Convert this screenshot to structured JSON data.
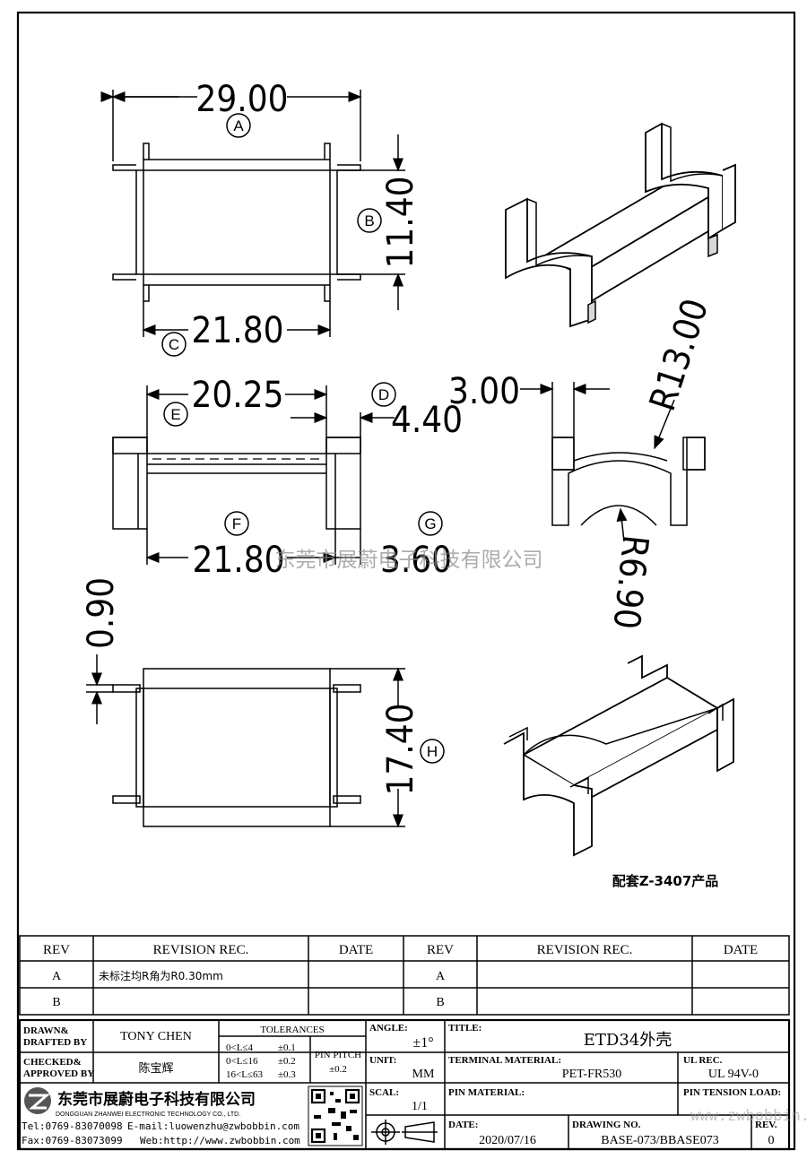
{
  "dimensions": {
    "top_width": "29.00",
    "top_height": "11.40",
    "top_inner_width": "21.80",
    "side_width": "20.25",
    "side_flange": "4.40",
    "side_base": "21.80",
    "side_pin": "3.60",
    "end_slot": "3.00",
    "end_outer_radius": "R13.00",
    "end_inner_radius": "R6.90",
    "bottom_pin": "0.90",
    "bottom_height": "17.40"
  },
  "markers": [
    "A",
    "B",
    "C",
    "D",
    "E",
    "F",
    "G",
    "H"
  ],
  "note": "配套Z-3407产品",
  "watermark": "东莞市展蔚电子科技有限公司",
  "watermark_url": "www.zwbobbin.com",
  "revision_table": {
    "headers": [
      "REV",
      "REVISION REC.",
      "DATE",
      "REV",
      "REVISION REC.",
      "DATE"
    ],
    "rows": [
      {
        "rev": "A",
        "rec": "未标注均R角为R0.30mm",
        "date": "",
        "rev2": "A",
        "rec2": "",
        "date2": ""
      },
      {
        "rev": "B",
        "rec": "",
        "date": "",
        "rev2": "B",
        "rec2": "",
        "date2": ""
      }
    ]
  },
  "title_block": {
    "drawn_label": "DRAWN& DRAFTED BY",
    "drawn_label_1": "DRAWN&",
    "drawn_label_2": "DRAFTED BY",
    "drawn_by": "TONY CHEN",
    "checked_label_1": "CHECKED&",
    "checked_label_2": "APPROVED BY",
    "checked_by": "陈宝辉",
    "tolerances_label": "TOLERANCES",
    "tol_rows": [
      {
        "range": "0<L≤4",
        "val": "±0.1"
      },
      {
        "range": "0<L≤16",
        "val": "±0.2"
      },
      {
        "range": "16<L≤63",
        "val": "±0.3"
      }
    ],
    "pin_pitch_label": "PIN PITCH",
    "pin_pitch_value": "±0.2",
    "angle_label": "ANGLE:",
    "angle_value": "±1°",
    "unit_label": "UNIT:",
    "unit_value": "MM",
    "scale_label": "SCAL:",
    "scale_value": "1/1",
    "title_label": "TITLE:",
    "title_value": "ETD34外壳",
    "terminal_label": "TERMINAL MATERIAL:",
    "terminal_value": "PET-FR530",
    "ul_label": "UL REC.",
    "ul_value": "UL 94V-0",
    "pin_material_label": "PIN MATERIAL:",
    "pin_material_value": "",
    "pin_tension_label": "PIN TENSION LOAD:",
    "date_label": "DATE:",
    "date_value": "2020/07/16",
    "drawing_no_label": "DRAWING NO.",
    "drawing_no_value": "BASE-073/BBASE073",
    "rev_label": "REV.",
    "rev_value": "0",
    "company_cn": "东莞市展蔚电子科技有限公司",
    "company_en": "DONGGUAN ZHANWEI ELECTRONIC TECHNOLOGY CO., LTD.",
    "tel": "Tel:0769-83070098",
    "email": "E-mail:luowenzhu@zwbobbin.com",
    "fax": "Fax:0769-83073099",
    "web": "Web:http://www.zwbobbin.com"
  }
}
